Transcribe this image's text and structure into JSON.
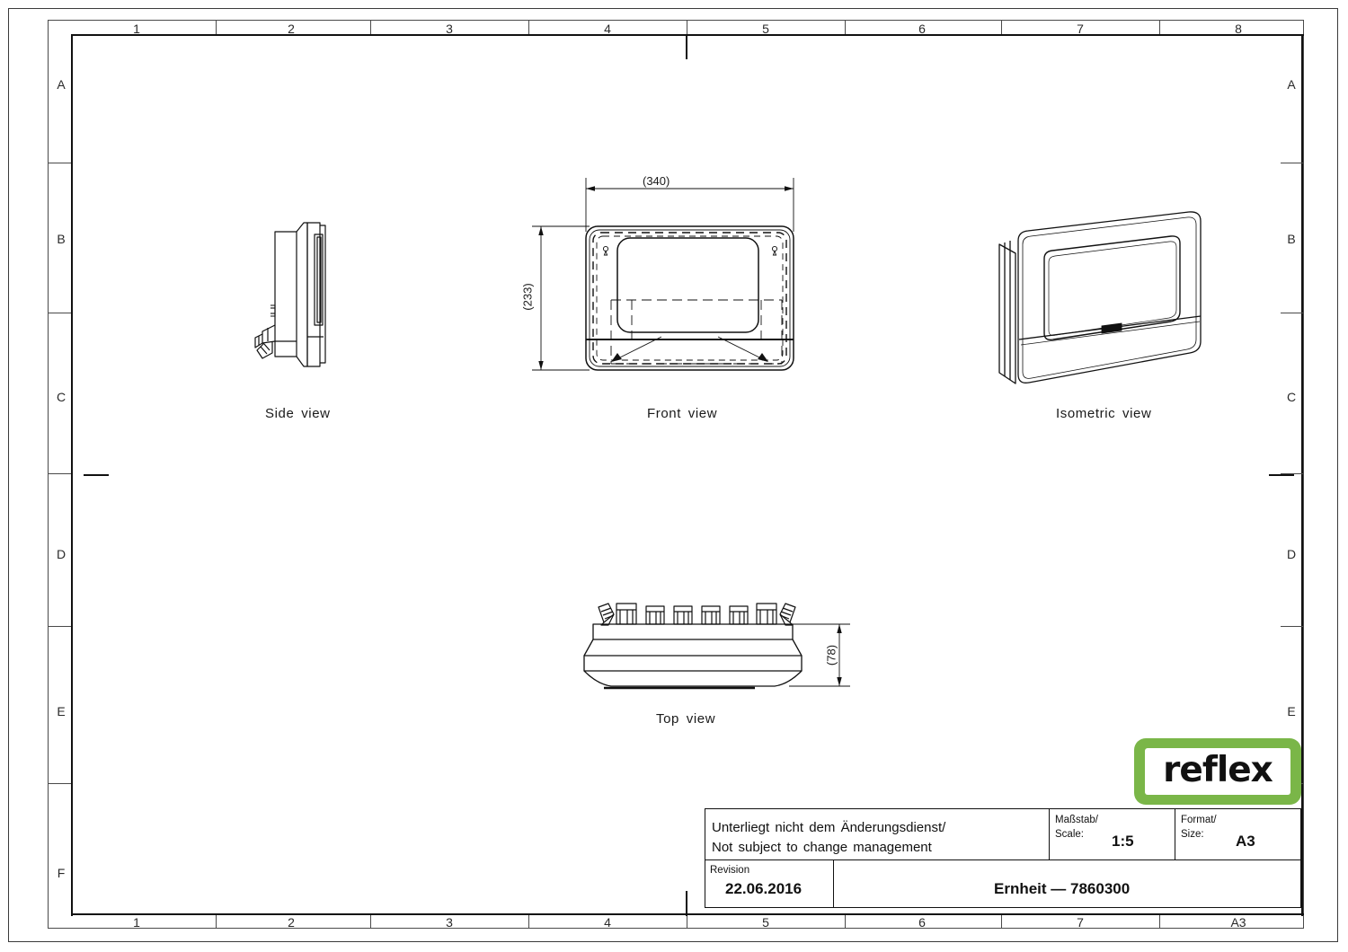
{
  "sheet": {
    "format": "A3",
    "zone_numbers_top": [
      "1",
      "2",
      "3",
      "4",
      "5",
      "6",
      "7",
      "8"
    ],
    "zone_numbers_bottom": [
      "1",
      "2",
      "3",
      "4",
      "5",
      "6",
      "7",
      "A3"
    ],
    "zone_letters_left": [
      "A",
      "B",
      "C",
      "D",
      "E",
      "F"
    ],
    "zone_letters_right": [
      "A",
      "B",
      "C",
      "D",
      "E",
      "F"
    ]
  },
  "views": {
    "side": {
      "label": "Side  view"
    },
    "front": {
      "label": "Front  view",
      "dim_width": "(340)",
      "dim_height": "(233)"
    },
    "isometric": {
      "label": "Isometric  view"
    },
    "top": {
      "label": "Top  view",
      "dim_height": "(78)",
      "gland_count": 8
    }
  },
  "title_block": {
    "notice_line1": "Unterliegt nicht dem Änderungsdienst/",
    "notice_line2": "Not subject to change management",
    "scale_label_de": "Maßstab/",
    "scale_label_en": "Scale:",
    "scale_value": "1:5",
    "format_label_de": "Format/",
    "format_label_en": "Size:",
    "format_value": "A3",
    "revision_label": "Revision",
    "revision_value": "22.06.2016",
    "drawing_title": "Ernheit  —  7860300"
  },
  "logo": {
    "text": "reflex",
    "green": "#7ab648"
  },
  "colors": {
    "line": "#111111",
    "frame": "#4a4a4a",
    "paper": "#ffffff"
  }
}
